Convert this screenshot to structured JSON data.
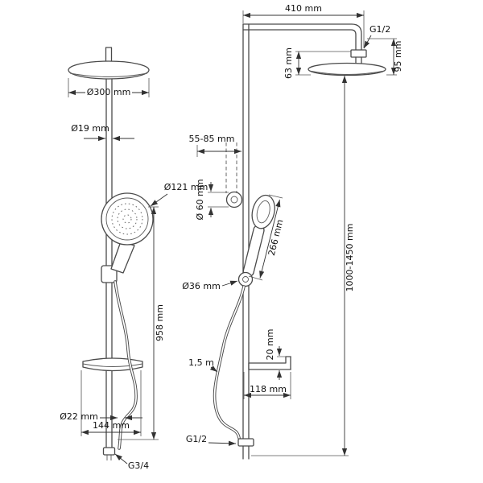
{
  "drawing": {
    "front_view": {
      "head_diameter": "Ø300 mm",
      "riser_diameter": "Ø19 mm",
      "hand_shower_diameter": "Ø121 mm",
      "slide_rail_height": "958 mm",
      "hose_connector_diameter": "Ø22 mm",
      "shelf_width": "144 mm",
      "bottom_thread": "G3/4"
    },
    "side_view": {
      "arm_length": "410 mm",
      "top_thread": "G1/2",
      "head_height": "95 mm",
      "head_drop": "63 mm",
      "wall_distance": "55-85 mm",
      "bracket_diameter": "Ø 60 mm",
      "hand_shower_length": "266 mm",
      "swivel_diameter": "Ø36 mm",
      "overall_height": "1000-1450 mm",
      "hose_length": "1,5 m",
      "shelf_lip_height": "20 mm",
      "shelf_depth": "118 mm",
      "bottom_thread": "G1/2"
    }
  }
}
